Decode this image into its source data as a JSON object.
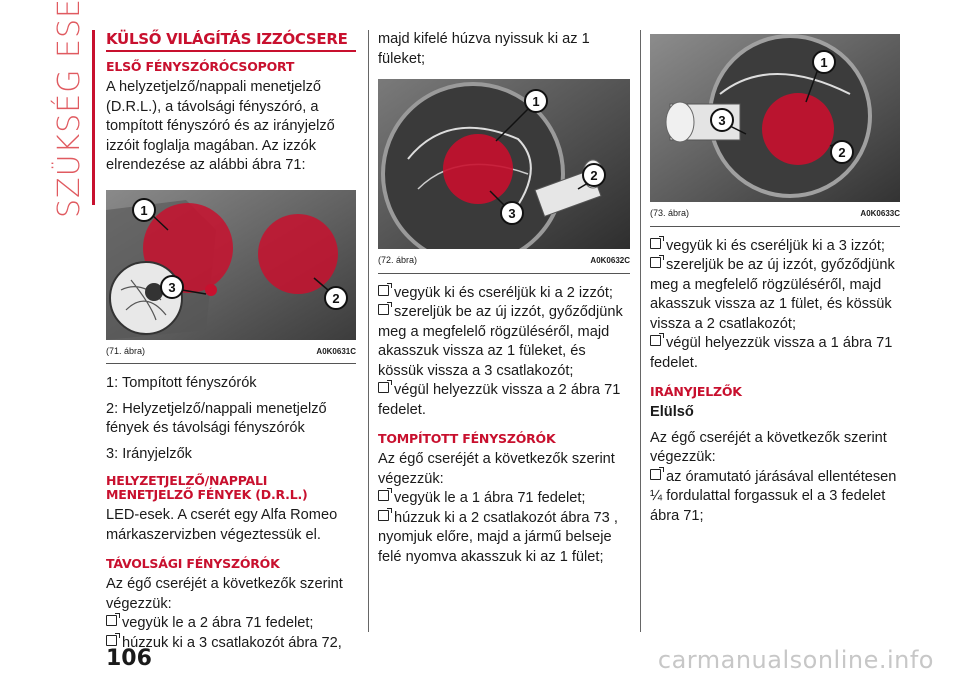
{
  "side_title": "SZÜKSÉG ESETÉN",
  "page_number": "106",
  "watermark": "carmanualsonline.info",
  "col1": {
    "title": "KÜLSŐ VILÁGÍTÁS IZZÓCSERE",
    "sec1_heading": "ELSŐ FÉNYSZÓRÓCSOPORT",
    "sec1_text": "A helyzetjelző/nappali menetjelző (D.R.L.), a távolsági fényszóró, a tompított fényszóró és az irányjelző izzóit foglalja magában. Az izzók elrendezése az alábbi ábra 71:",
    "fig": {
      "caption": "(71. ábra)",
      "code": "A0K0631C",
      "labels": [
        "1",
        "3",
        "2"
      ]
    },
    "legend": [
      "1: Tompított fényszórók",
      "2: Helyzetjelző/nappali menetjelző fények és távolsági fényszórók",
      "3: Irányjelzők"
    ],
    "sec2_heading": "HELYZETJELZŐ/NAPPALI MENETJELZŐ FÉNYEK (D.R.L.)",
    "sec2_text": "LED-esek. A cserét egy Alfa Romeo márkaszervizben végeztessük el.",
    "sec3_heading": "TÁVOLSÁGI FÉNYSZÓRÓK",
    "sec3_text": "Az égő cseréjét a következők szerint végezzük:",
    "sec3_steps": [
      "vegyük le a 2 ábra 71 fedelet;",
      "húzzuk ki a 3 csatlakozót ábra 72,"
    ]
  },
  "col2": {
    "cont_text": "majd kifelé húzva nyissuk ki az 1 füleket;",
    "fig": {
      "caption": "(72. ábra)",
      "code": "A0K0632C",
      "labels": [
        "1",
        "2",
        "3"
      ]
    },
    "steps1": [
      "vegyük ki és cseréljük ki a 2 izzót;",
      "szereljük be az új izzót, győződjünk meg a megfelelő rögzüléséről, majd akasszuk vissza az 1 füleket, és kössük vissza a 3 csatlakozót;",
      "végül helyezzük vissza a 2 ábra 71 fedelet."
    ],
    "sec_heading": "TOMPÍTOTT FÉNYSZÓRÓK",
    "sec_text": "Az égő cseréjét a következők szerint végezzük:",
    "steps2": [
      "vegyük le a 1 ábra 71 fedelet;",
      "húzzuk ki a 2 csatlakozót ábra 73 , nyomjuk előre, majd a jármű belseje felé nyomva akasszuk ki az 1 fület;"
    ]
  },
  "col3": {
    "fig": {
      "caption": "(73. ábra)",
      "code": "A0K0633C",
      "labels": [
        "1",
        "3",
        "2"
      ]
    },
    "steps": [
      "vegyük ki és cseréljük ki a 3 izzót;",
      "szereljük be az új izzót, győződjünk meg a megfelelő rögzüléséről, majd akasszuk vissza az 1 fület, és kössük vissza a 2 csatlakozót;",
      "végül helyezzük vissza a 1 ábra 71 fedelet."
    ],
    "sec_heading": "IRÁNYJELZŐK",
    "sub_heading": "Elülső",
    "sec_text": "Az égő cseréjét a következők szerint végezzük:",
    "step_a": "az óramutató járásával ellentétesen ¼ fordulattal forgassuk el a 3 fedelet ábra 71;"
  },
  "colors": {
    "accent": "#c8102e",
    "side_title": "#e05a60",
    "photo_bg": "#4a4a4a"
  }
}
